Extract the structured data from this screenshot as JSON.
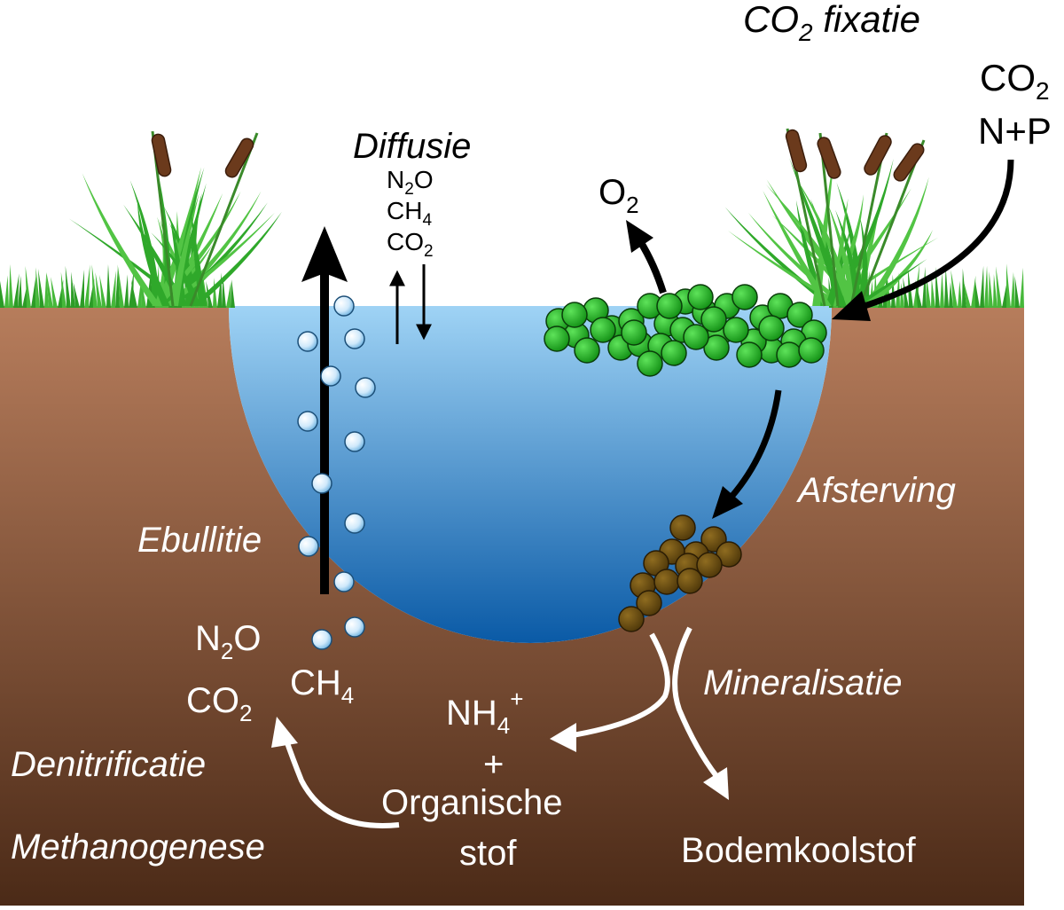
{
  "labels": {
    "co2_fixation": {
      "main": "CO",
      "sub": "2",
      "rest": " fixatie"
    },
    "inputs": {
      "co2": {
        "main": "CO",
        "sub": "2"
      },
      "nutrients": "N+P"
    },
    "diffusion": {
      "title": "Diffusie",
      "gases": [
        {
          "pre": "N",
          "sub": "2",
          "post": "O"
        },
        {
          "pre": "CH",
          "sub": "4",
          "post": ""
        },
        {
          "pre": "CO",
          "sub": "2",
          "post": ""
        }
      ]
    },
    "oxygen": {
      "main": "O",
      "sub": "2"
    },
    "ebullition": "Ebullitie",
    "die_off": "Afsterving",
    "mineralisation": "Mineralisatie",
    "sediment_gases": {
      "n2o": {
        "pre": "N",
        "sub": "2",
        "post": "O"
      },
      "co2": {
        "pre": "CO",
        "sub": "2",
        "post": ""
      },
      "ch4": {
        "pre": "CH",
        "sub": "4",
        "post": ""
      }
    },
    "ammonium": {
      "main": "NH",
      "sub": "4",
      "sup": "+"
    },
    "plus": "+",
    "organic_matter": {
      "line1": "Organische",
      "line2": "stof"
    },
    "soil_carbon": "Bodemkoolstof",
    "denitrification": "Denitrificatie",
    "methanogenesis": "Methanogenese"
  },
  "colors": {
    "soil_top": "#b77d5c",
    "soil_bottom": "#4b2a17",
    "water_top": "#9fd3f5",
    "water_bottom": "#0a5aa6",
    "algae": "#1fb51f",
    "dead_algae": "#6b4e10",
    "grass": "#2fa82a",
    "cattail": "#6b3a1c"
  }
}
